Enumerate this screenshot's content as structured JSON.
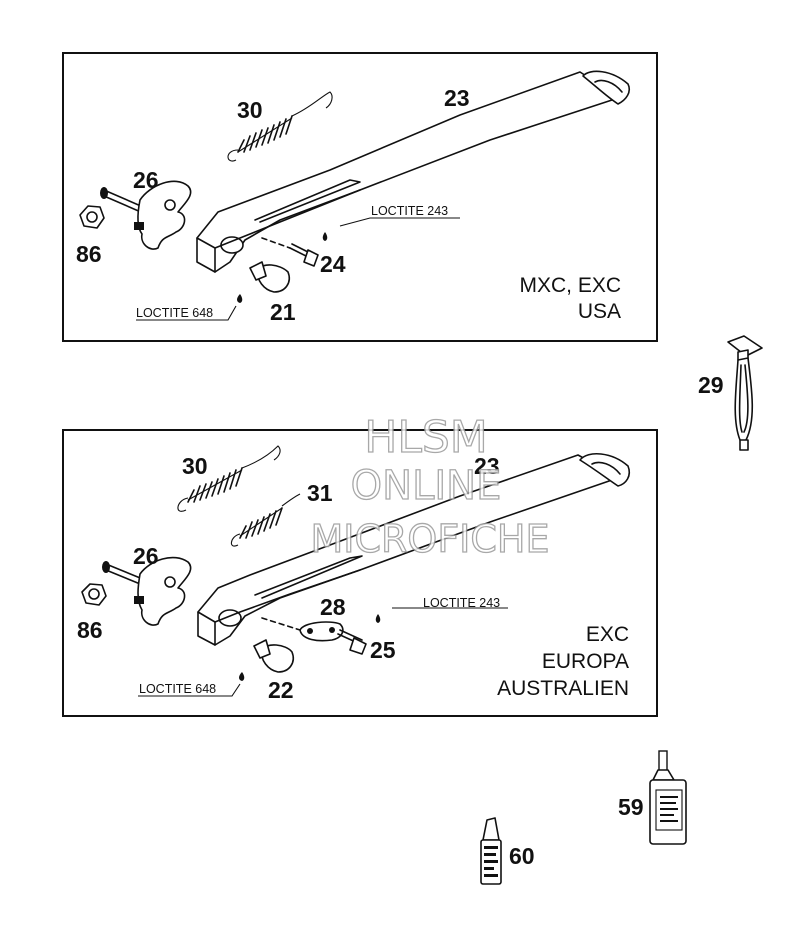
{
  "panel_top": {
    "models": [
      "MXC, EXC",
      "USA"
    ],
    "callouts": {
      "spring": "30",
      "stand": "23",
      "bracket": "26",
      "nut": "86",
      "bolt": "24",
      "foot_pad": "21",
      "loctite_bolt": "LOCTITE 243",
      "loctite_pad": "LOCTITE 648"
    }
  },
  "panel_bottom": {
    "models": [
      "EXC",
      "EUROPA",
      "AUSTRALIEN"
    ],
    "callouts": {
      "spring_a": "30",
      "spring_b": "31",
      "stand": "23",
      "bracket": "26",
      "nut": "86",
      "plate": "28",
      "bolt": "25",
      "foot_pad": "22",
      "loctite_bolt": "LOCTITE 243",
      "loctite_pad": "LOCTITE 648"
    }
  },
  "loose_parts": {
    "tool": "29",
    "bottle": "59",
    "tube": "60"
  },
  "watermark": [
    "HLSM",
    "ONLINE",
    "MICROFICHE"
  ]
}
